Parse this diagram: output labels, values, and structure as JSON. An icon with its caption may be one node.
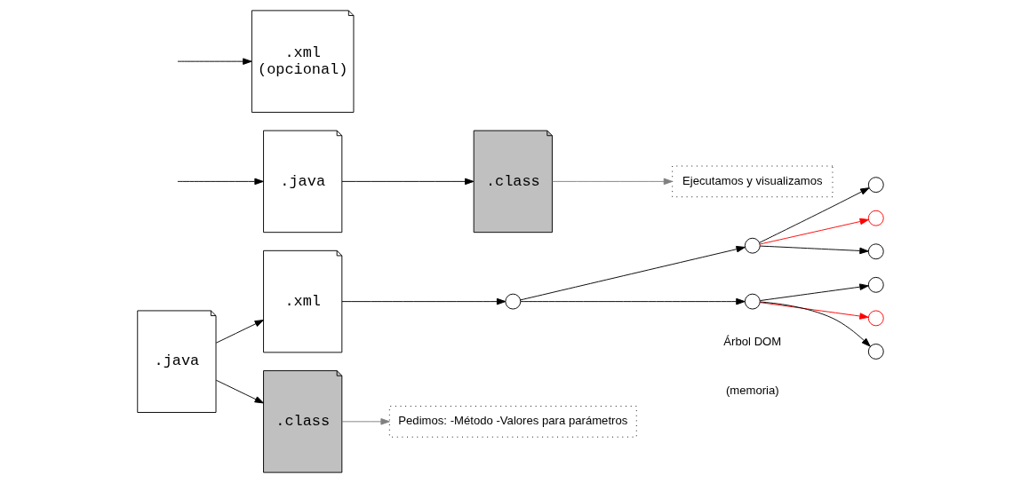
{
  "diagram": {
    "nodes": [
      {
        "text": [
          ".java"
        ]
      },
      {
        "text": [
          ".xml"
        ]
      },
      {
        "text": [
          ".class"
        ]
      },
      {
        "text": [
          "Pedimos: -Método -Valores para parámetros"
        ]
      },
      {
        "text": [],
        "shape": "circle"
      },
      {
        "text": [],
        "shape": "circle"
      },
      {
        "text": [],
        "shape": "circle"
      },
      {
        "text": [],
        "shape": "circle"
      },
      {
        "text": [],
        "shape": "circle"
      },
      {
        "text": [],
        "shape": "circle"
      },
      {
        "text": [],
        "shape": "circle"
      },
      {
        "text": [],
        "shape": "circle"
      },
      {
        "text": [],
        "shape": "circle"
      },
      {
        "text": [
          ".java"
        ]
      },
      {
        "text": [
          ".xml",
          "(opcional)"
        ]
      },
      {
        "text": [
          ".class"
        ]
      },
      {
        "text": [
          "Ejecutamos y visualizamos"
        ]
      }
    ],
    "edges": [
      {
        "from": 0,
        "to": 1,
        "arrow": "to"
      },
      {
        "from": 0,
        "to": 2,
        "arrow": "to"
      },
      {
        "from": 2,
        "to": 3,
        "arrow": "to",
        "color": "#808080"
      },
      {
        "from": 1,
        "to": 4,
        "arrow": "to"
      },
      {
        "from": 4,
        "to": 5,
        "arrow": "to"
      },
      {
        "from": 4,
        "to": 6,
        "arrow": "to"
      },
      {
        "from": 5,
        "to": 7,
        "arrow": "to"
      },
      {
        "from": 5,
        "to": 8,
        "arrow": "to",
        "color": "#ff0000"
      },
      {
        "from": 5,
        "to": 9,
        "arrow": "to"
      },
      {
        "from": 6,
        "to": 10,
        "arrow": "to"
      },
      {
        "from": 6,
        "to": 11,
        "arrow": "to",
        "color": "#ff0000"
      },
      {
        "from": 6,
        "to": 12,
        "arrow": "to"
      },
      {
        "from": null,
        "to": 13,
        "arrow": "to"
      },
      {
        "from": null,
        "to": 14,
        "arrow": "to"
      },
      {
        "from": 13,
        "to": 15,
        "arrow": "to"
      },
      {
        "from": 15,
        "to": 16,
        "arrow": "to",
        "color": "#808080"
      }
    ],
    "labels": [
      "Árbol DOM",
      "(memoria)"
    ]
  }
}
